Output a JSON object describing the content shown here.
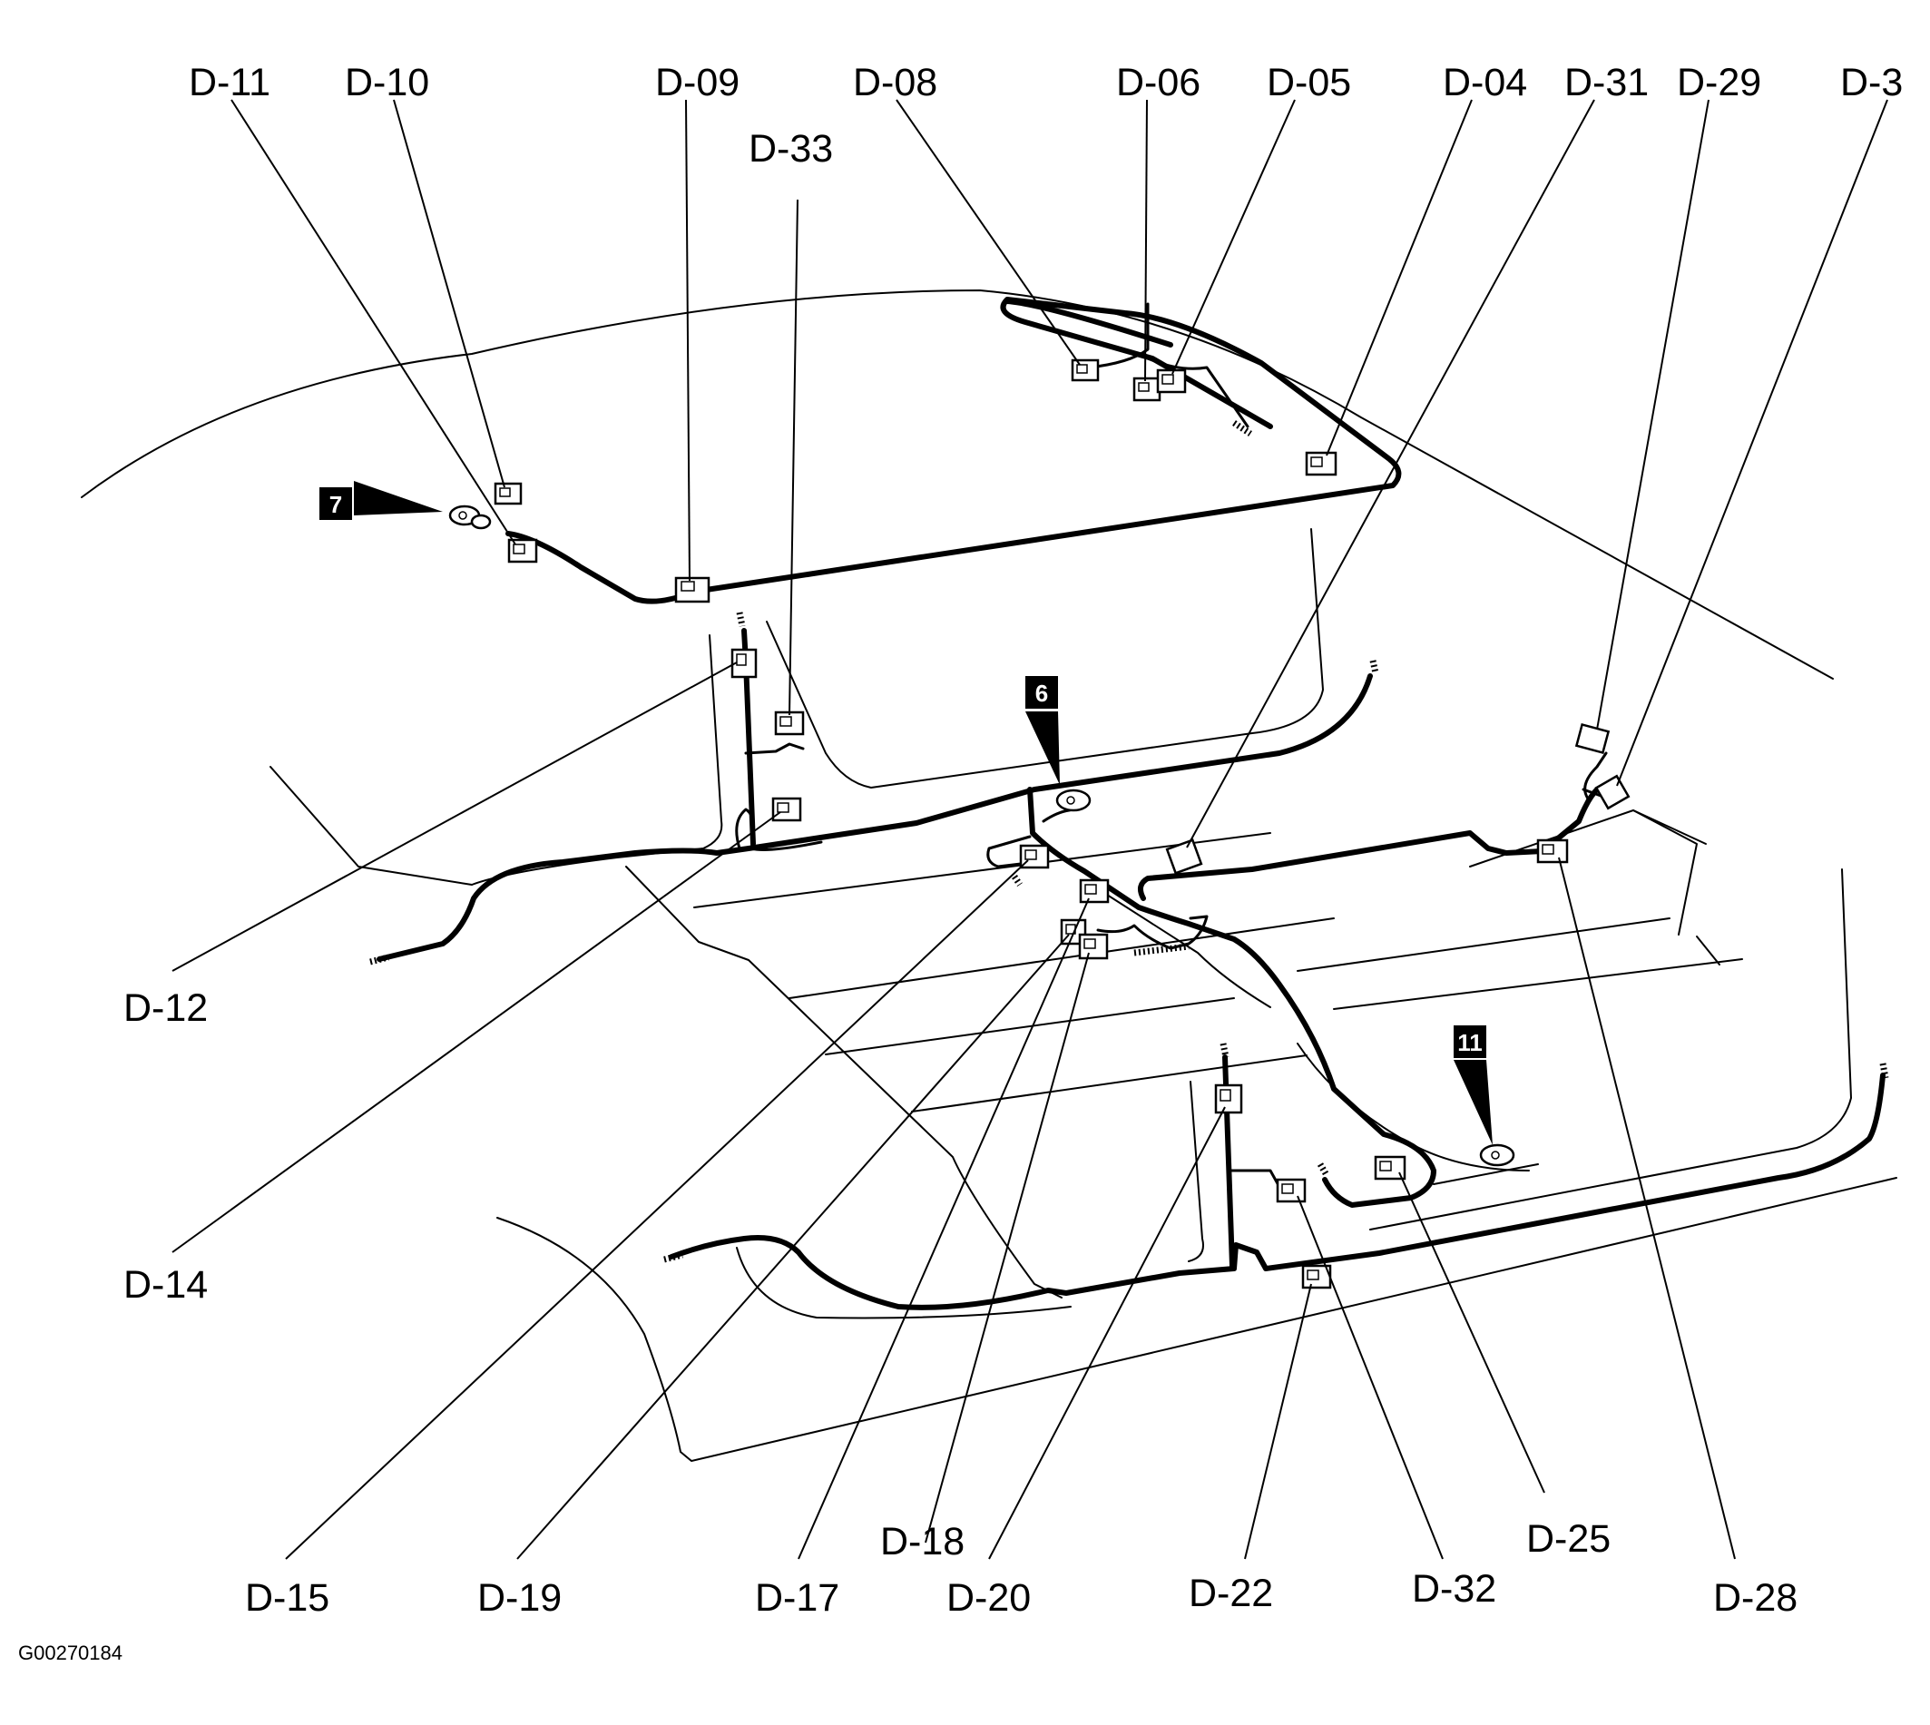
{
  "figure_id": "G00270184",
  "callouts": [
    {
      "id": "D-11"
    },
    {
      "id": "D-10"
    },
    {
      "id": "D-09"
    },
    {
      "id": "D-33"
    },
    {
      "id": "D-08"
    },
    {
      "id": "D-06"
    },
    {
      "id": "D-05"
    },
    {
      "id": "D-04"
    },
    {
      "id": "D-31"
    },
    {
      "id": "D-29"
    },
    {
      "id": "D-3"
    },
    {
      "id": "D-12"
    },
    {
      "id": "D-14"
    },
    {
      "id": "D-15"
    },
    {
      "id": "D-19"
    },
    {
      "id": "D-17"
    },
    {
      "id": "D-18"
    },
    {
      "id": "D-20"
    },
    {
      "id": "D-22"
    },
    {
      "id": "D-32"
    },
    {
      "id": "D-25"
    },
    {
      "id": "D-28"
    }
  ],
  "markers": [
    {
      "id": "marker-7",
      "label": "7"
    },
    {
      "id": "marker-6",
      "label": "6"
    },
    {
      "id": "marker-11",
      "label": "11"
    }
  ]
}
